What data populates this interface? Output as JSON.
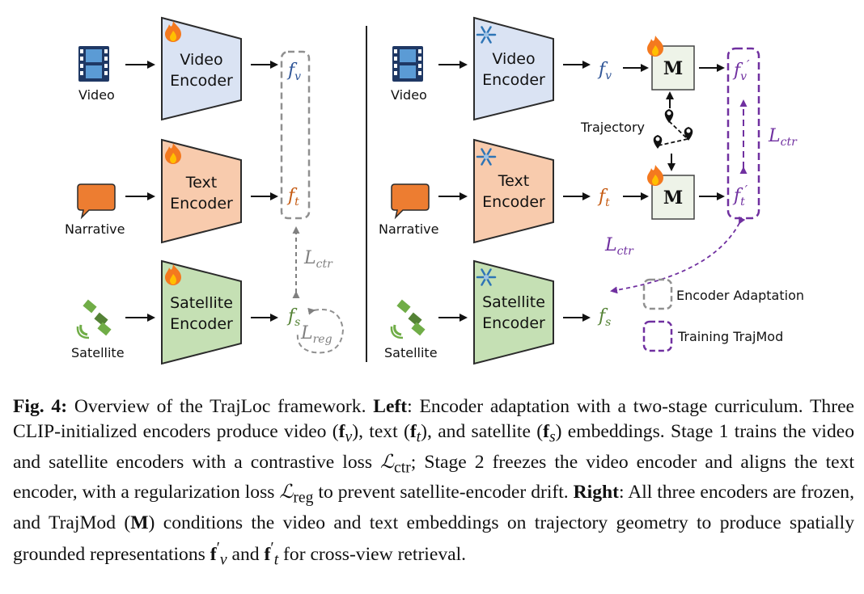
{
  "left_panel": {
    "inputs": {
      "video": "Video",
      "narrative": "Narrative",
      "satellite": "Satellite"
    },
    "encoders": {
      "video": [
        "Video",
        "Encoder"
      ],
      "text": [
        "Text",
        "Encoder"
      ],
      "satellite": [
        "Satellite",
        "Encoder"
      ]
    },
    "embeddings": {
      "fv": {
        "base": "f",
        "sub": "v"
      },
      "ft": {
        "base": "f",
        "sub": "t"
      },
      "fs": {
        "base": "f",
        "sub": "s"
      }
    },
    "losses": {
      "ctr": {
        "base": "L",
        "sub": "ctr"
      },
      "reg": {
        "base": "L",
        "sub": "reg"
      }
    }
  },
  "right_panel": {
    "inputs": {
      "video": "Video",
      "narrative": "Narrative",
      "satellite": "Satellite"
    },
    "encoders": {
      "video": [
        "Video",
        "Encoder"
      ],
      "text": [
        "Text",
        "Encoder"
      ],
      "satellite": [
        "Satellite",
        "Encoder"
      ]
    },
    "embeddings": {
      "fv": {
        "base": "f",
        "sub": "v"
      },
      "ft": {
        "base": "f",
        "sub": "t"
      },
      "fs": {
        "base": "f",
        "sub": "s"
      },
      "fv_prime": {
        "base": "f",
        "sub": "v",
        "prime": "′"
      },
      "ft_prime": {
        "base": "f",
        "sub": "t",
        "prime": "′"
      }
    },
    "module_label": "M",
    "trajectory_label": "Trajectory",
    "losses": {
      "ctr_vertical": {
        "base": "L",
        "sub": "ctr"
      },
      "ctr_diagonal": {
        "base": "L",
        "sub": "ctr"
      }
    },
    "legend": [
      "Encoder Adaptation",
      "Training TrajMod"
    ]
  },
  "colors": {
    "video_encoder_fill": "#dae3f3",
    "text_encoder_fill": "#f8cbad",
    "satellite_encoder_fill": "#c5e0b4",
    "m_box_fill": "#eef3e8",
    "fv": "#2f5597",
    "ft": "#c55a11",
    "fs": "#548235",
    "purple": "#7030a0",
    "gray": "#808080"
  },
  "caption": {
    "fig_label": "Fig. 4:",
    "t1": " Overview of the TrajLoc framework. ",
    "left_label": "Left",
    "t2": ": Encoder adaptation with a two-stage curriculum. Three CLIP-initialized encoders produce video (",
    "fv_sub": "v",
    "t3": "), text (",
    "ft_sub": "t",
    "t4": "), and satellite (",
    "fs_sub": "s",
    "t5": ") embeddings. Stage 1 trains the video and satellite encoders with a contrastive loss ",
    "lctr_sub": "ctr",
    "t6": "; Stage 2 freezes the video encoder and aligns the text encoder, with a regularization loss ",
    "lreg_sub": "reg",
    "t7": " to prevent satellite-encoder drift. ",
    "right_label": "Right",
    "t8": ": All three encoders are frozen, and TrajMod (",
    "m_bold": "M",
    "t9": ") conditions the video and text embeddings on trajectory geometry to produce spatially grounded representations ",
    "fvp_sub": "v",
    "t10": " and ",
    "ftp_sub": "t",
    "t11": " for cross-view retrieval."
  }
}
